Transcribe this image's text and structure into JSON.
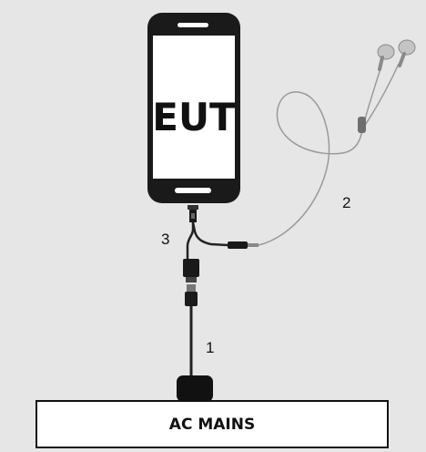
{
  "diagram": {
    "eut_label": "EUT",
    "mains_label": "AC MAINS",
    "connection_labels": {
      "power_cable": "1",
      "headset": "2",
      "adapter": "3"
    }
  }
}
